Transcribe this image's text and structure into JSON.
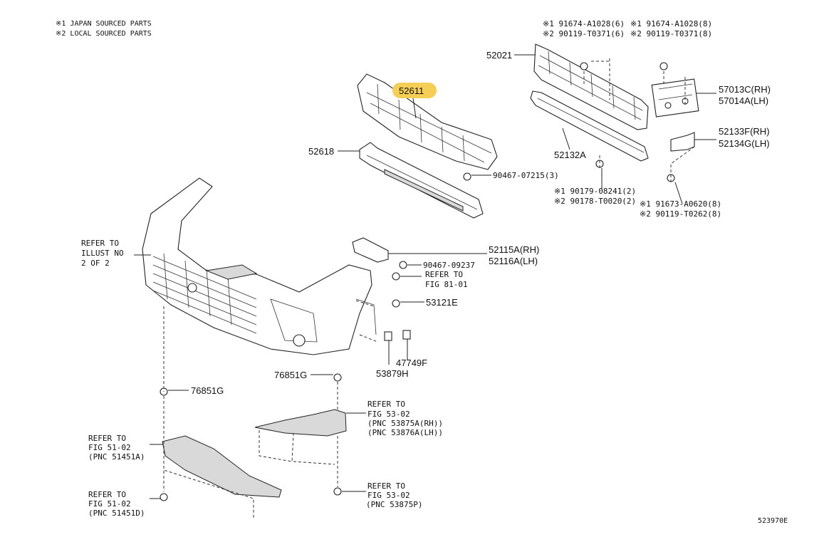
{
  "notes": {
    "line1": "※1 JAPAN SOURCED PARTS",
    "line2": "※2 LOCAL SOURCED PARTS"
  },
  "labels": {
    "p52021": "52021",
    "p52611": "52611",
    "p52618": "52618",
    "p52132a": "52132A",
    "p90467_07215": "90467-07215(3)",
    "bolt_top_left_1": "※1 91674-A1028(6)",
    "bolt_top_left_2": "※2 90119-T0371(6)",
    "bolt_top_right_1": "※1 91674-A1028(8)",
    "bolt_top_right_2": "※2 90119-T0371(8)",
    "p57013c": "57013C(RH)",
    "p57014a": "57014A(LH)",
    "p52133f": "52133F(RH)",
    "p52134g": "52134G(LH)",
    "nut_1": "※1 90179-08241(2)",
    "nut_2": "※2 90178-T0020(2)",
    "bolt_lower_1": "※1 91673-A0620(8)",
    "bolt_lower_2": "※2 90119-T0262(8)",
    "refer_illust_1": "REFER TO",
    "refer_illust_2": "ILLUST NO",
    "refer_illust_3": "2 OF 2",
    "p52115a": "52115A(RH)",
    "p52116a": "52116A(LH)",
    "p90467_09237": "90467-09237",
    "refer_81_1": "REFER TO",
    "refer_81_2": "FIG 81-01",
    "p53121e": "53121E",
    "p47749f": "47749F",
    "p53879h": "53879H",
    "p76851g_a": "76851G",
    "p76851g_b": "76851G",
    "refer_53a_1": "REFER TO",
    "refer_53a_2": "FIG 53-02",
    "refer_53a_3": "(PNC 53875A(RH))",
    "refer_53a_4": "(PNC 53876A(LH))",
    "refer_51a_1": "REFER TO",
    "refer_51a_2": "FIG 51-02",
    "refer_51a_3": "(PNC 51451A)",
    "refer_51d_1": "REFER TO",
    "refer_51d_2": "FIG 51-02",
    "refer_51d_3": "(PNC 51451D)",
    "refer_53p_1": "REFER TO",
    "refer_53p_2": "FIG 53-02",
    "refer_53p_3": "(PNC 53875P)",
    "diagram_id": "523970E"
  },
  "colors": {
    "highlight": "#f5cf55",
    "line": "#222222"
  }
}
